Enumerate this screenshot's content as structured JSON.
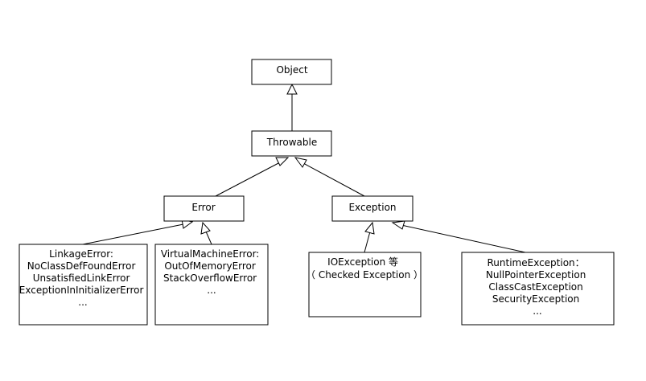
{
  "nodes": {
    "object": {
      "lines": [
        "Object"
      ]
    },
    "throwable": {
      "lines": [
        "Throwable"
      ]
    },
    "error": {
      "lines": [
        "Error"
      ]
    },
    "exception": {
      "lines": [
        "Exception"
      ]
    },
    "linkage_error": {
      "lines": [
        "LinkageError:",
        "NoClassDefFoundError",
        "UnsatisfiedLinkError",
        "ExceptionInInitializerError",
        "..."
      ]
    },
    "virtual_machine_error": {
      "lines": [
        "VirtualMachineError:",
        "OutOfMemoryError",
        "StackOverflowError",
        "..."
      ]
    },
    "io_exception": {
      "lines": [
        "IOException 等",
        "（ Checked Exception ）"
      ]
    },
    "runtime_exception": {
      "lines": [
        "RuntimeException：",
        "NullPointerException",
        "ClassCastException",
        "SecurityException",
        "..."
      ]
    }
  },
  "edges": [
    {
      "from": "throwable",
      "to": "object",
      "type": "inheritance"
    },
    {
      "from": "error",
      "to": "throwable",
      "type": "inheritance"
    },
    {
      "from": "exception",
      "to": "throwable",
      "type": "inheritance"
    },
    {
      "from": "linkage_error",
      "to": "error",
      "type": "inheritance"
    },
    {
      "from": "virtual_machine_error",
      "to": "error",
      "type": "inheritance"
    },
    {
      "from": "io_exception",
      "to": "exception",
      "type": "inheritance"
    },
    {
      "from": "runtime_exception",
      "to": "exception",
      "type": "inheritance"
    }
  ]
}
